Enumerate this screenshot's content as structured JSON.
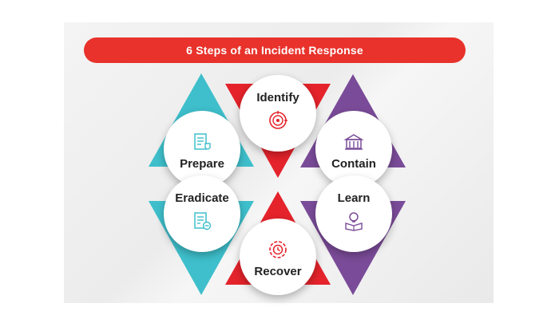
{
  "title": "6 Steps of an Incident Response",
  "colors": {
    "title_bar": "#e8322b",
    "teal": "#3ebfcb",
    "red": "#e4232b",
    "purple": "#7a4b98"
  },
  "steps": [
    {
      "label": "Identify",
      "icon": "fingerprint-target-icon",
      "color": "#e4232b"
    },
    {
      "label": "Prepare",
      "icon": "checklist-shield-icon",
      "color": "#3ebfcb"
    },
    {
      "label": "Contain",
      "icon": "building-lock-icon",
      "color": "#7a4b98"
    },
    {
      "label": "Eradicate",
      "icon": "document-remove-icon",
      "color": "#3ebfcb"
    },
    {
      "label": "Learn",
      "icon": "lightbulb-book-icon",
      "color": "#7a4b98"
    },
    {
      "label": "Recover",
      "icon": "restore-cycle-icon",
      "color": "#e4232b"
    }
  ]
}
